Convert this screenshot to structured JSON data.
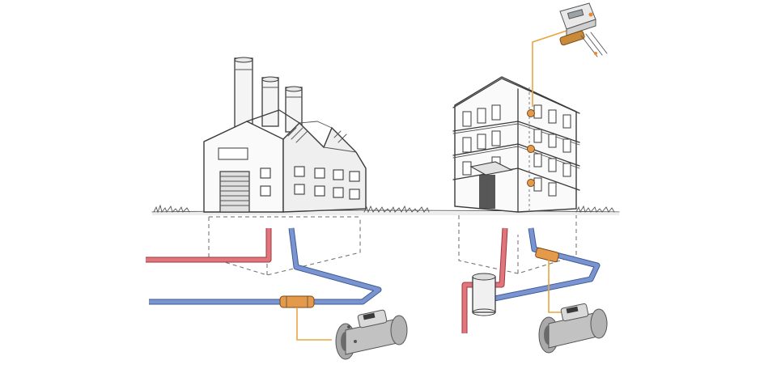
{
  "colors": {
    "supply_pipe": "#e0757b",
    "return_pipe": "#7a94cf",
    "meter_fitting": "#e49a4a",
    "callout_line": "#e9a53f",
    "sketch_line": "#3a3a3a",
    "meter_body": "#b8b8b8"
  },
  "icons": {
    "factory": "factory-building-icon",
    "office": "office-building-icon",
    "flow_meter": "ultrasonic-flow-meter-icon",
    "heat_meter": "compact-heat-meter-icon",
    "tank": "buffer-tank-icon"
  },
  "meters": [
    {
      "id": "factory-return-meter",
      "type": "inline flow meter"
    },
    {
      "id": "office-return-meter",
      "type": "inline flow meter"
    },
    {
      "id": "office-floor-meter",
      "type": "compact heat meter",
      "floors_metered": 3
    }
  ]
}
